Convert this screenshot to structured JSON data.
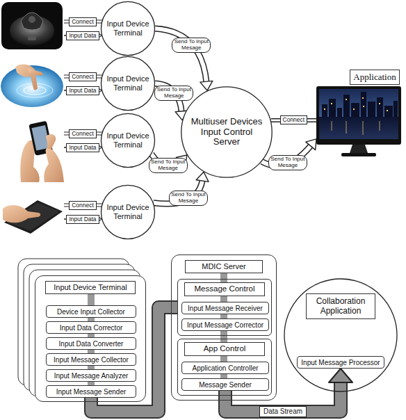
{
  "diagram": {
    "nodes": [
      {
        "text": [
          "Input Device Terminal"
        ]
      },
      {
        "text": [
          "Input Device Terminal"
        ]
      },
      {
        "text": [
          "Input Device Terminal"
        ]
      },
      {
        "text": [
          "Input Device Terminal"
        ]
      },
      {
        "text": [
          "Multiuser Devices Input Control Server"
        ]
      },
      {
        "text": [
          "Application"
        ]
      },
      {
        "text": [
          "Input Device Terminal"
        ]
      },
      {
        "text": [
          "Device Input Collector"
        ],
        "in": 6
      },
      {
        "text": [
          "Input Data Corrector"
        ],
        "in": 6
      },
      {
        "text": [
          "Input Data Converter"
        ],
        "in": 6
      },
      {
        "text": [
          "Input Message Collector"
        ],
        "in": 6
      },
      {
        "text": [
          "Input Message Analyzer"
        ],
        "in": 6
      },
      {
        "text": [
          "Input Message Sender"
        ],
        "in": 6
      },
      {
        "text": [
          "MDIC Server"
        ]
      },
      {
        "text": [
          "Message Control"
        ],
        "in": 13
      },
      {
        "text": [
          "Input Message Receiver"
        ],
        "in": 14
      },
      {
        "text": [
          "Input Message Corrector"
        ],
        "in": 14
      },
      {
        "text": [
          "App Control"
        ],
        "in": 13
      },
      {
        "text": [
          "Application Controller"
        ],
        "in": 17
      },
      {
        "text": [
          "Message Sender"
        ],
        "in": 17
      },
      {
        "text": [
          "Collaboration Application"
        ]
      },
      {
        "text": [
          "Input Message Processor"
        ],
        "in": 20
      }
    ],
    "edges": [
      {
        "from": 0,
        "to": 4,
        "label": "Send To Input Mesage",
        "arrow": "to"
      },
      {
        "from": 1,
        "to": 4,
        "label": "Send To Input Mesage",
        "arrow": "to"
      },
      {
        "from": 2,
        "to": 4,
        "label": "Send To Input Mesage",
        "arrow": "to"
      },
      {
        "from": 3,
        "to": 4,
        "label": "Send To Input Mesage",
        "arrow": "to"
      },
      {
        "from": 4,
        "to": 5,
        "label": "Connect",
        "arrow": "none"
      },
      {
        "from": 4,
        "to": 5,
        "label": "Send To Input Mesage",
        "arrow": "to"
      },
      {
        "from": 12,
        "to": 14,
        "arrow": "none"
      },
      {
        "from": 19,
        "to": 21,
        "label": "Data Stream",
        "arrow": "to"
      }
    ],
    "labels": [
      "Connect",
      "Input Data",
      "Connect",
      "Input Data",
      "Connect",
      "Input Data",
      "Connect",
      "Input Data"
    ]
  }
}
